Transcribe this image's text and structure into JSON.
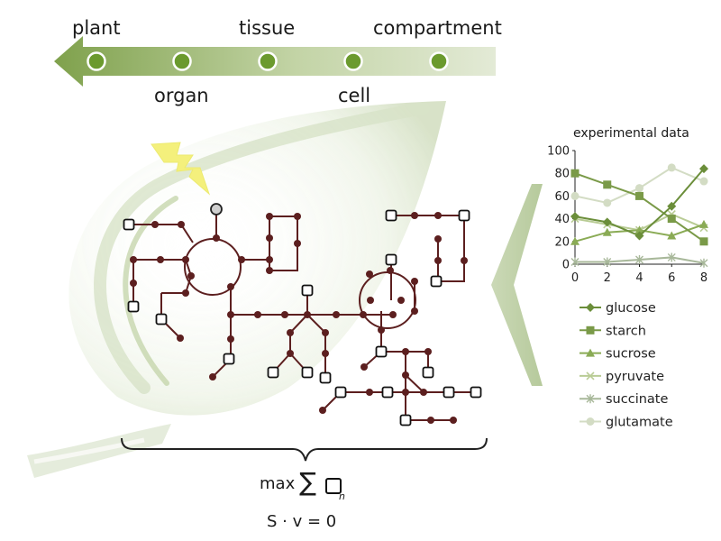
{
  "scale_arrow": {
    "levels_top": [
      "plant",
      "tissue",
      "compartment"
    ],
    "levels_bottom": [
      "organ",
      "cell"
    ]
  },
  "formula": {
    "objective_prefix": "max",
    "sum_symbol": "∑",
    "subscript": "n",
    "constraint": "S · v = 0"
  },
  "colors": {
    "network": "#5c1f1f",
    "accent_green": "#6b8e23",
    "pale_green": "#c8d8b0"
  },
  "icons": [
    "lightning-icon",
    "leaf-shape",
    "chevron-left-shape"
  ],
  "chart_data": {
    "type": "line",
    "title": "experimental data",
    "x": [
      0,
      2,
      4,
      6,
      8
    ],
    "xlim": [
      0,
      8
    ],
    "ylim": [
      0,
      100
    ],
    "xticks": [
      0,
      2,
      4,
      6,
      8
    ],
    "yticks": [
      0,
      20,
      40,
      60,
      80,
      100
    ],
    "legend_position": "bottom",
    "grid": false,
    "series": [
      {
        "name": "glucose",
        "values": [
          42,
          37,
          25,
          51,
          84
        ],
        "color": "#6b8e3a",
        "marker": "diamond"
      },
      {
        "name": "starch",
        "values": [
          80,
          70,
          60,
          40,
          20
        ],
        "color": "#7a9a48",
        "marker": "square"
      },
      {
        "name": "sucrose",
        "values": [
          20,
          28,
          30,
          25,
          35
        ],
        "color": "#8aab55",
        "marker": "triangle"
      },
      {
        "name": "pyruvate",
        "values": [
          40,
          35,
          30,
          44,
          32
        ],
        "color": "#b9cc95",
        "marker": "x"
      },
      {
        "name": "succinate",
        "values": [
          2,
          2,
          4,
          6,
          1
        ],
        "color": "#a8b89a",
        "marker": "star"
      },
      {
        "name": "glutamate",
        "values": [
          60,
          54,
          67,
          85,
          73
        ],
        "color": "#d3dcc4",
        "marker": "circle"
      }
    ]
  }
}
